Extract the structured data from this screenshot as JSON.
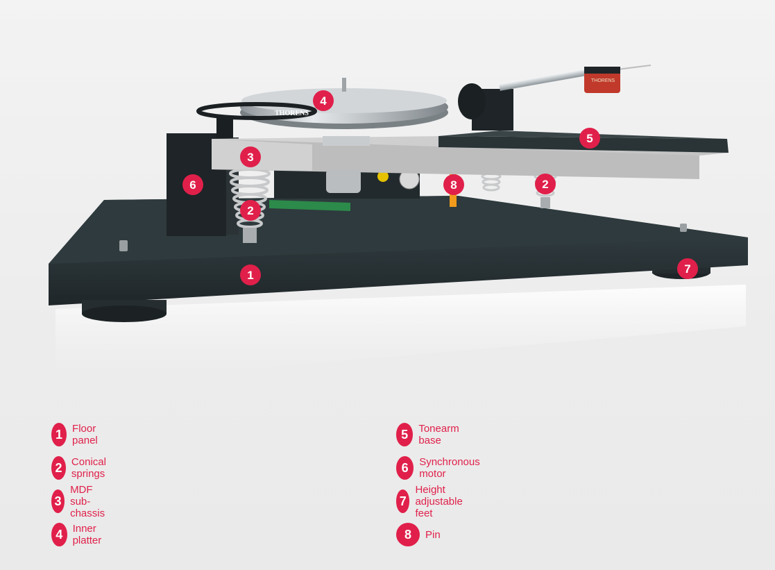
{
  "brand_label": "THORENS",
  "cartridge_label": "THORENS",
  "colors": {
    "accent": "#e0204a",
    "deck": "#2a3438",
    "chassis": "#cfcfcf",
    "label_text": "#e0204a"
  },
  "callouts": [
    "1",
    "2",
    "2",
    "3",
    "4",
    "5",
    "6",
    "7",
    "8"
  ],
  "legend": [
    {
      "number": "1",
      "label": "Floor panel"
    },
    {
      "number": "2",
      "label": "Conical springs"
    },
    {
      "number": "3",
      "label": "MDF sub-chassis"
    },
    {
      "number": "4",
      "label": "Inner platter"
    },
    {
      "number": "5",
      "label": "Tonearm base"
    },
    {
      "number": "6",
      "label": "Synchronous motor"
    },
    {
      "number": "7",
      "label": "Height adjustable feet"
    },
    {
      "number": "8",
      "label": "Pin"
    }
  ]
}
